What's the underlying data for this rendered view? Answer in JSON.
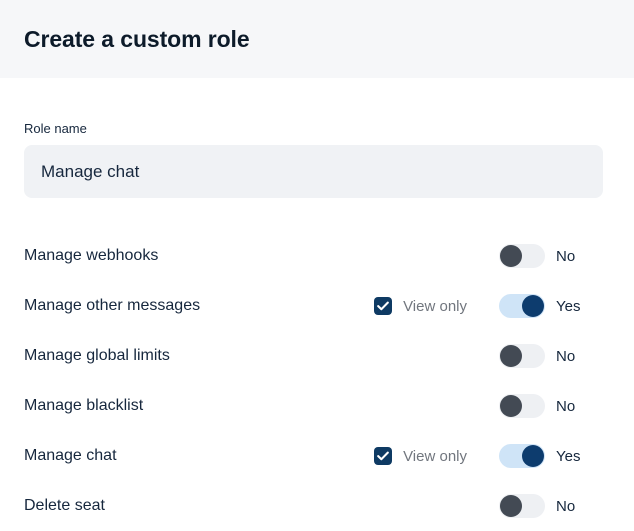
{
  "header": {
    "title": "Create a custom role",
    "background": "#f6f7f9"
  },
  "form": {
    "role_name": {
      "label": "Role name",
      "value": "Manage chat",
      "placeholder": "Role name"
    }
  },
  "labels": {
    "view_only": "View only",
    "yes": "Yes",
    "no": "No"
  },
  "colors": {
    "title": "#0d1b2a",
    "text": "#16273d",
    "muted": "#71767e",
    "toggle_on_track": "#cfe4f7",
    "toggle_on_knob": "#0d3c6e",
    "toggle_off_track": "#eef0f3",
    "toggle_off_knob": "#434a54",
    "checkbox_checked": "#0e3a63",
    "input_background": "#f0f2f5"
  },
  "permissions": [
    {
      "label": "Manage webhooks",
      "has_view_only": false,
      "view_only_label": "View only",
      "view_only_checked": false,
      "enabled": false,
      "toggle_text": "No"
    },
    {
      "label": "Manage other messages",
      "has_view_only": true,
      "view_only_label": "View only",
      "view_only_checked": true,
      "enabled": true,
      "toggle_text": "Yes"
    },
    {
      "label": "Manage global limits",
      "has_view_only": false,
      "view_only_label": "View only",
      "view_only_checked": false,
      "enabled": false,
      "toggle_text": "No"
    },
    {
      "label": "Manage blacklist",
      "has_view_only": false,
      "view_only_label": "View only",
      "view_only_checked": false,
      "enabled": false,
      "toggle_text": "No"
    },
    {
      "label": "Manage chat",
      "has_view_only": true,
      "view_only_label": "View only",
      "view_only_checked": true,
      "enabled": true,
      "toggle_text": "Yes"
    },
    {
      "label": "Delete seat",
      "has_view_only": false,
      "view_only_label": "View only",
      "view_only_checked": false,
      "enabled": false,
      "toggle_text": "No"
    }
  ]
}
